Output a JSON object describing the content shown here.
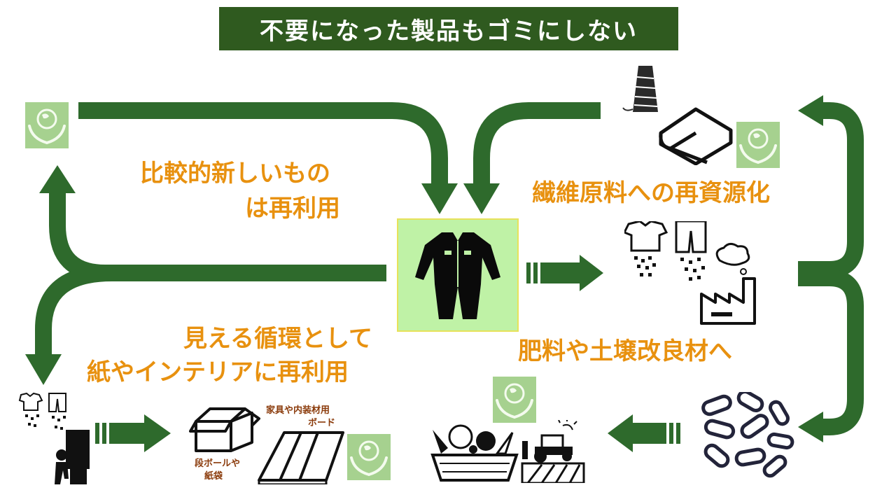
{
  "title": "不要になった製品もゴミにしない",
  "labels": {
    "reuse_line1": "比較的新しいもの",
    "reuse_line2": "は再利用",
    "fiber": "繊維原料への再資源化",
    "fertilizer": "肥料や土壌改良材へ",
    "visible_line1": "見える循環として",
    "visible_line2": "紙やインテリアに再利用",
    "furniture_line1": "家具や内装材用",
    "furniture_line2": "ボード",
    "cardboard_line1": "段ボールや",
    "cardboard_line2": "紙袋"
  },
  "icons": [
    "earth-hands-icon",
    "coverall-icon",
    "thread-spool-icon",
    "folded-cloth-icon",
    "shredded-clothes-icon",
    "factory-icon",
    "pellets-icon",
    "vegetable-basket-icon",
    "tractor-icon",
    "cardboard-box-icon",
    "board-icon",
    "worker-silhouette-icon"
  ],
  "colors": {
    "title_bg": "#2f5a1f",
    "arrow_green": "#2e6a2c",
    "label_orange": "#e8910f",
    "center_fill": "#bff2a6",
    "center_border": "#e8e25a",
    "earth_bg": "#a6d18f"
  }
}
